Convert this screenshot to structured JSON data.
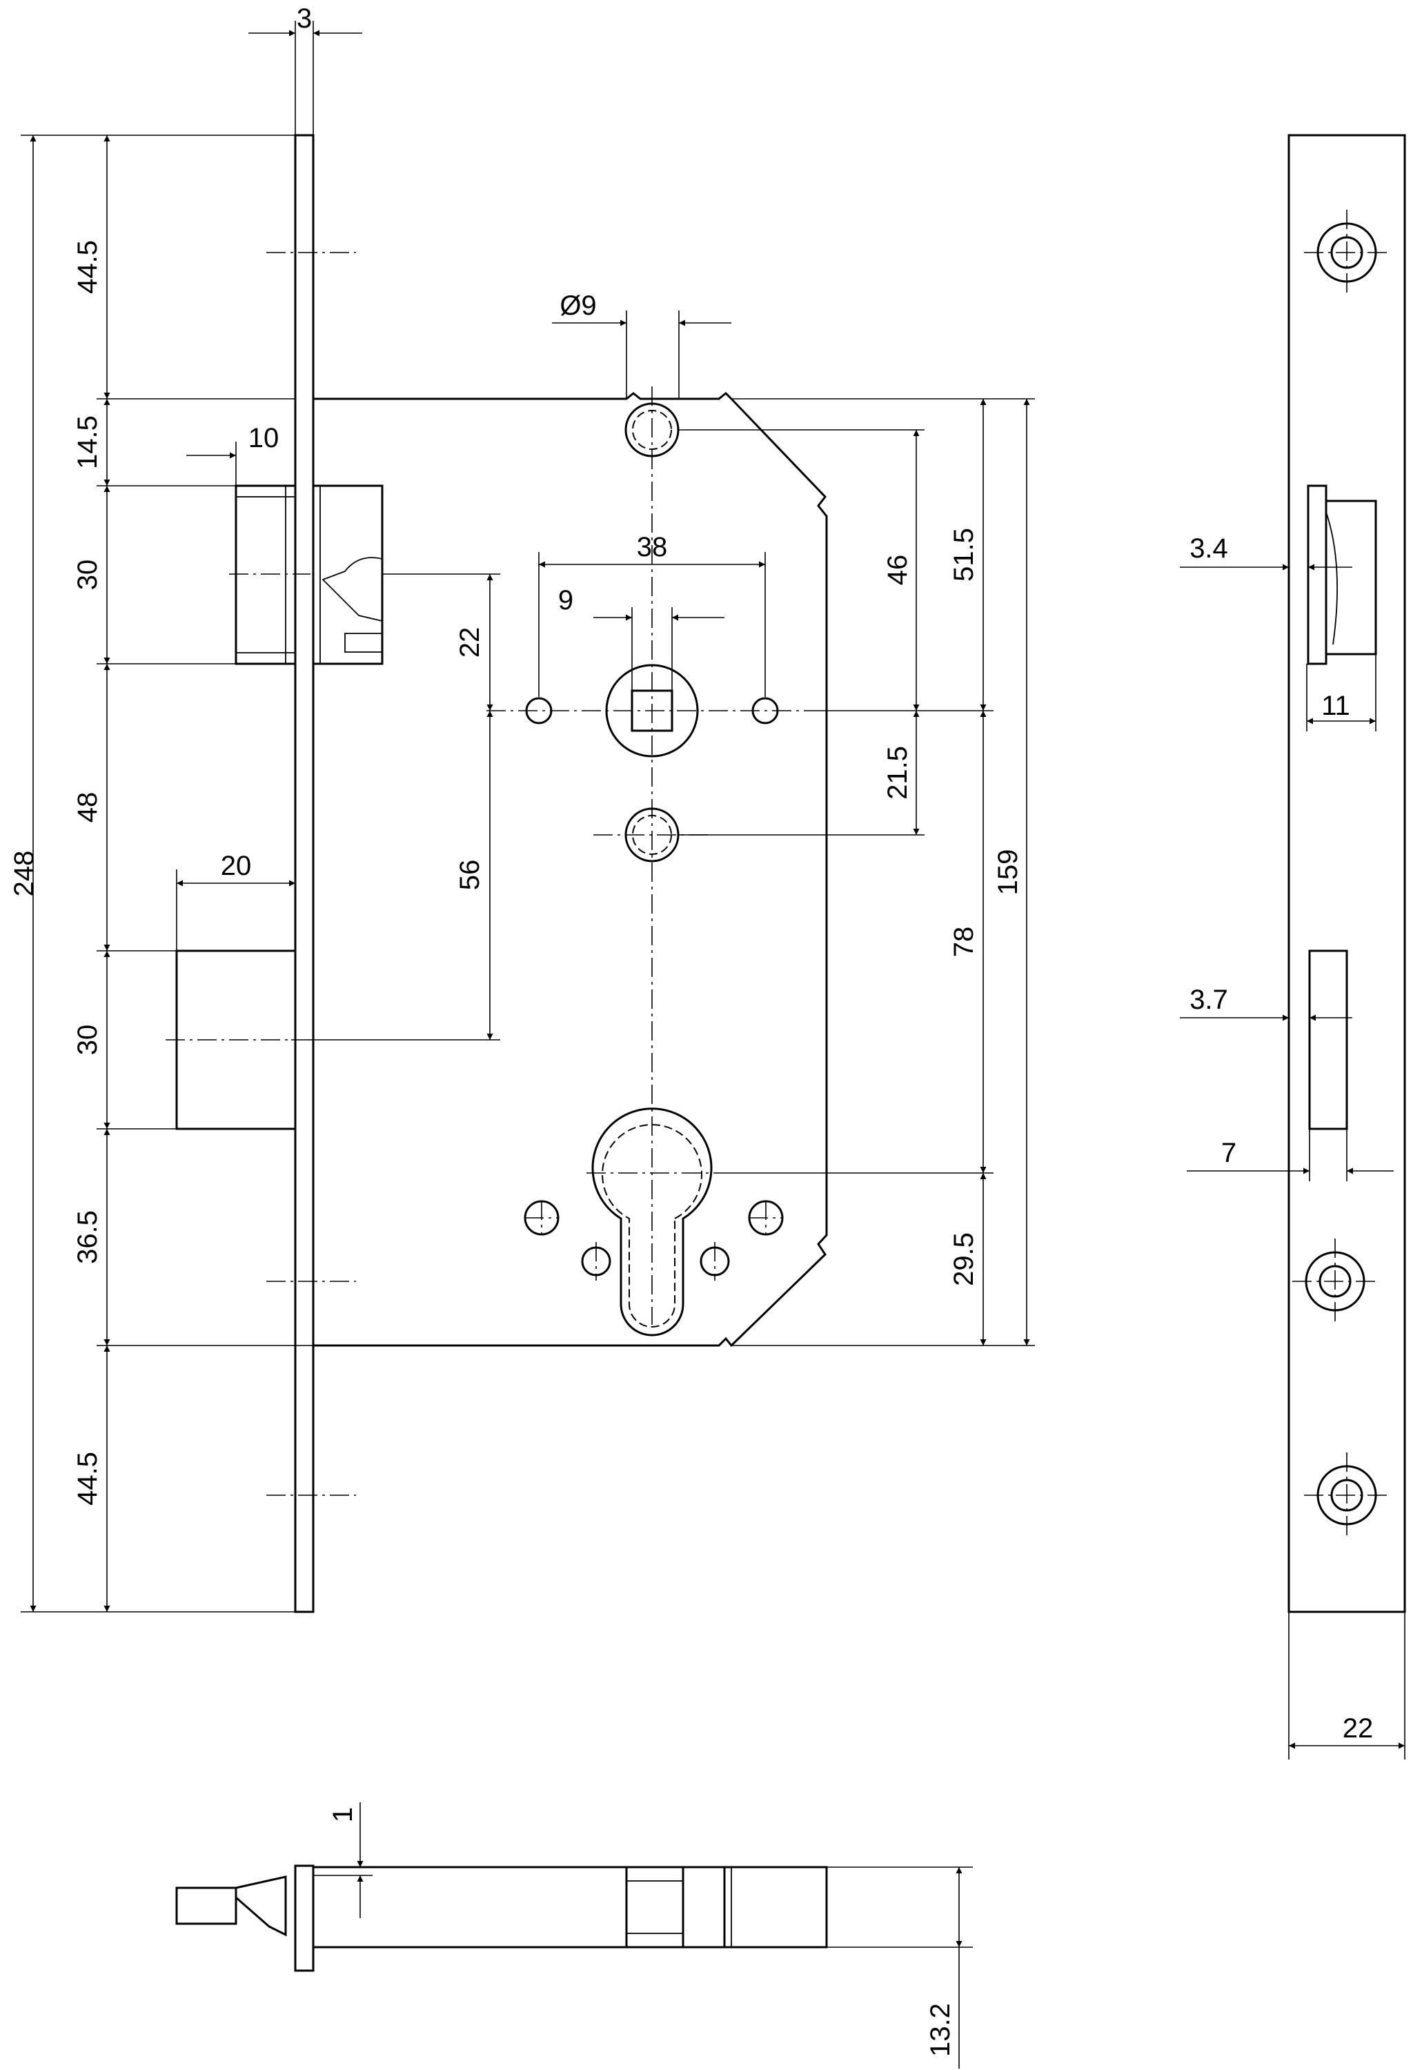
{
  "front_view": {
    "overall_height": "248",
    "faceplate_thickness": "3",
    "left_segments": [
      "44.5",
      "14.5",
      "30",
      "48",
      "30",
      "36.5",
      "44.5"
    ],
    "latch_projection": "10",
    "deadbolt_projection": "20",
    "spindle_hole_diameter": "Ø9",
    "screw_spacing": "38",
    "square_spindle": "9",
    "latch_to_spindle": "22",
    "spindle_to_bolt": "56",
    "right_dims": {
      "top_to_spindle_inner": "46",
      "top_to_spindle": "51.5",
      "spindle_to_lower_hole": "21.5",
      "spindle_to_cylinder": "78",
      "cylinder_to_bottom": "29.5",
      "case_height": "159"
    }
  },
  "side_view": {
    "latch_offset": "3.4",
    "latch_width": "11",
    "bolt_offset": "3.7",
    "bolt_width": "7",
    "faceplate_width": "22"
  },
  "bottom_view": {
    "plate_offset": "1",
    "case_depth": "13.2"
  }
}
